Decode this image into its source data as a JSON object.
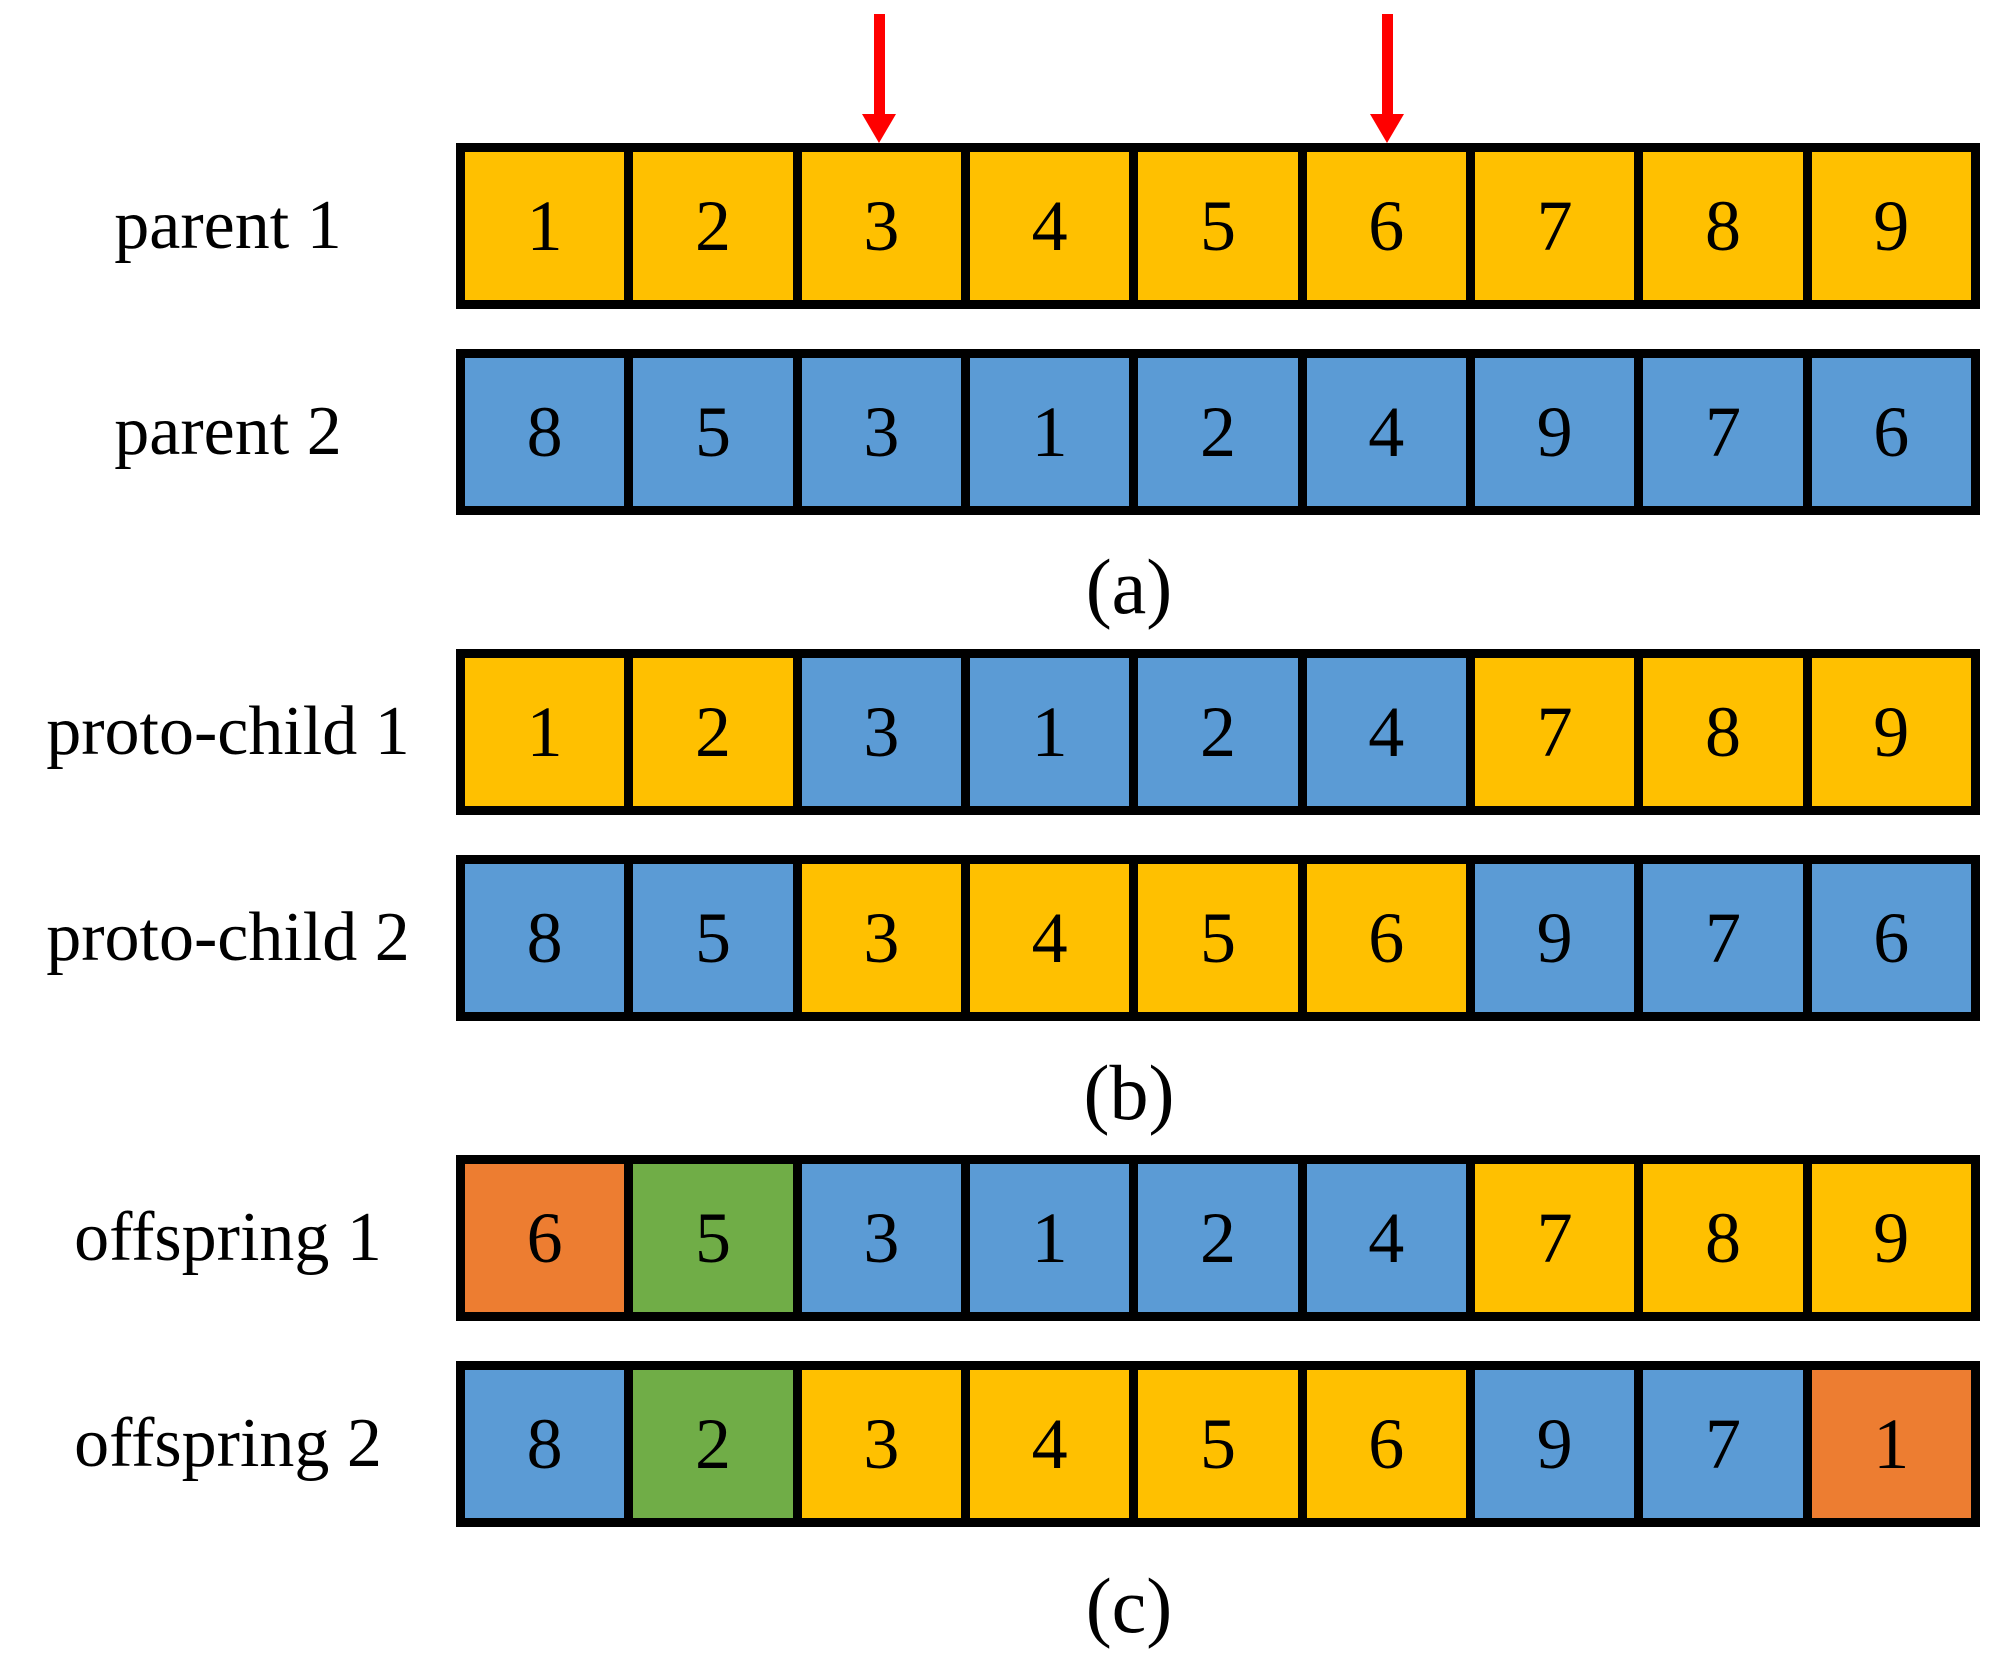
{
  "palette": {
    "yellow": "#FFC000",
    "blue": "#5B9BD5",
    "orange": "#ED7D31",
    "green": "#70AD47",
    "red": "#FF0000",
    "line": "#000000"
  },
  "arrows": [
    {
      "name": "crossover-point-1",
      "cell_index": 3
    },
    {
      "name": "crossover-point-2",
      "cell_index": 6
    }
  ],
  "sections": [
    {
      "caption": "(a)",
      "rows": [
        {
          "label": "parent 1",
          "cells": [
            {
              "value": "1",
              "color": "yellow"
            },
            {
              "value": "2",
              "color": "yellow"
            },
            {
              "value": "3",
              "color": "yellow"
            },
            {
              "value": "4",
              "color": "yellow"
            },
            {
              "value": "5",
              "color": "yellow"
            },
            {
              "value": "6",
              "color": "yellow"
            },
            {
              "value": "7",
              "color": "yellow"
            },
            {
              "value": "8",
              "color": "yellow"
            },
            {
              "value": "9",
              "color": "yellow"
            }
          ]
        },
        {
          "label": "parent 2",
          "cells": [
            {
              "value": "8",
              "color": "blue"
            },
            {
              "value": "5",
              "color": "blue"
            },
            {
              "value": "3",
              "color": "blue"
            },
            {
              "value": "1",
              "color": "blue"
            },
            {
              "value": "2",
              "color": "blue"
            },
            {
              "value": "4",
              "color": "blue"
            },
            {
              "value": "9",
              "color": "blue"
            },
            {
              "value": "7",
              "color": "blue"
            },
            {
              "value": "6",
              "color": "blue"
            }
          ]
        }
      ]
    },
    {
      "caption": "(b)",
      "rows": [
        {
          "label": "proto-child 1",
          "cells": [
            {
              "value": "1",
              "color": "yellow"
            },
            {
              "value": "2",
              "color": "yellow"
            },
            {
              "value": "3",
              "color": "blue"
            },
            {
              "value": "1",
              "color": "blue"
            },
            {
              "value": "2",
              "color": "blue"
            },
            {
              "value": "4",
              "color": "blue"
            },
            {
              "value": "7",
              "color": "yellow"
            },
            {
              "value": "8",
              "color": "yellow"
            },
            {
              "value": "9",
              "color": "yellow"
            }
          ]
        },
        {
          "label": "proto-child 2",
          "cells": [
            {
              "value": "8",
              "color": "blue"
            },
            {
              "value": "5",
              "color": "blue"
            },
            {
              "value": "3",
              "color": "yellow"
            },
            {
              "value": "4",
              "color": "yellow"
            },
            {
              "value": "5",
              "color": "yellow"
            },
            {
              "value": "6",
              "color": "yellow"
            },
            {
              "value": "9",
              "color": "blue"
            },
            {
              "value": "7",
              "color": "blue"
            },
            {
              "value": "6",
              "color": "blue"
            }
          ]
        }
      ]
    },
    {
      "caption": "(c)",
      "rows": [
        {
          "label": "offspring 1",
          "cells": [
            {
              "value": "6",
              "color": "orange"
            },
            {
              "value": "5",
              "color": "green"
            },
            {
              "value": "3",
              "color": "blue"
            },
            {
              "value": "1",
              "color": "blue"
            },
            {
              "value": "2",
              "color": "blue"
            },
            {
              "value": "4",
              "color": "blue"
            },
            {
              "value": "7",
              "color": "yellow"
            },
            {
              "value": "8",
              "color": "yellow"
            },
            {
              "value": "9",
              "color": "yellow"
            }
          ]
        },
        {
          "label": "offspring 2",
          "cells": [
            {
              "value": "8",
              "color": "blue"
            },
            {
              "value": "2",
              "color": "green"
            },
            {
              "value": "3",
              "color": "yellow"
            },
            {
              "value": "4",
              "color": "yellow"
            },
            {
              "value": "5",
              "color": "yellow"
            },
            {
              "value": "6",
              "color": "yellow"
            },
            {
              "value": "9",
              "color": "blue"
            },
            {
              "value": "7",
              "color": "blue"
            },
            {
              "value": "1",
              "color": "orange"
            }
          ]
        }
      ]
    }
  ]
}
